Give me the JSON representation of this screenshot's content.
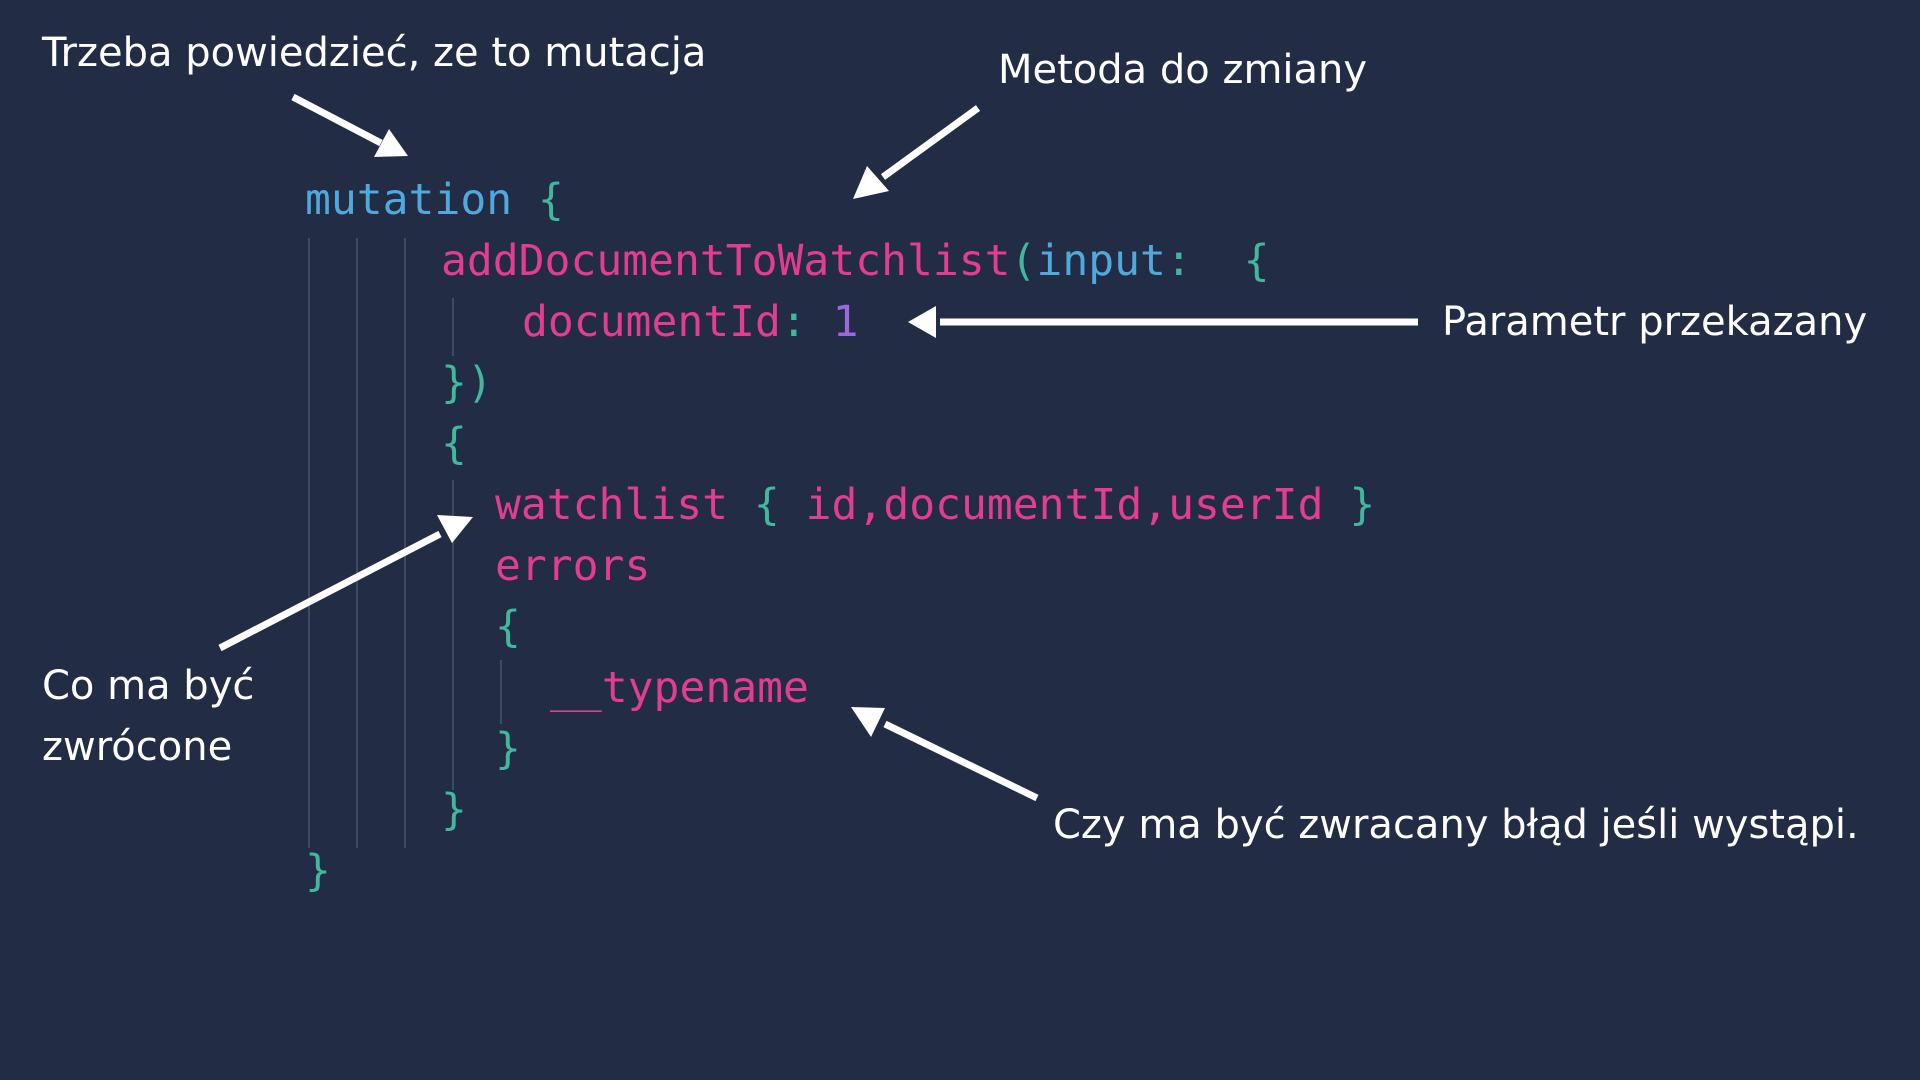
{
  "annotations": {
    "mutation_note": "Trzeba powiedzieć, ze to mutacja",
    "method_note": "Metoda do zmiany",
    "param_note": "Parametr przekazany",
    "return_note_line1": "Co ma być",
    "return_note_line2": "zwrócone",
    "error_note": "Czy ma być zwracany błąd jeśli wystąpi."
  },
  "code": {
    "mutation_keyword": "mutation",
    "brace_open": "{",
    "brace_close": "}",
    "method_name": "addDocumentToWatchlist",
    "paren_open": "(",
    "input_keyword": "input",
    "colon": ":",
    "args_close": "})",
    "param_name": "documentId",
    "param_value": "1",
    "watchlist_field": "watchlist",
    "field_id": "id",
    "field_document_id": "documentId",
    "field_user_id": "userId",
    "comma": ",",
    "errors_field": "errors",
    "typename_field": "__typename"
  },
  "colors": {
    "background": "#222c45",
    "keyword": "#4fa9dc",
    "brace": "#41b79e",
    "field": "#e23d8f",
    "number": "#9d68dd",
    "annotation_text": "#ffffff",
    "arrow": "#ffffff",
    "indent_guide": "#3f4a63"
  }
}
